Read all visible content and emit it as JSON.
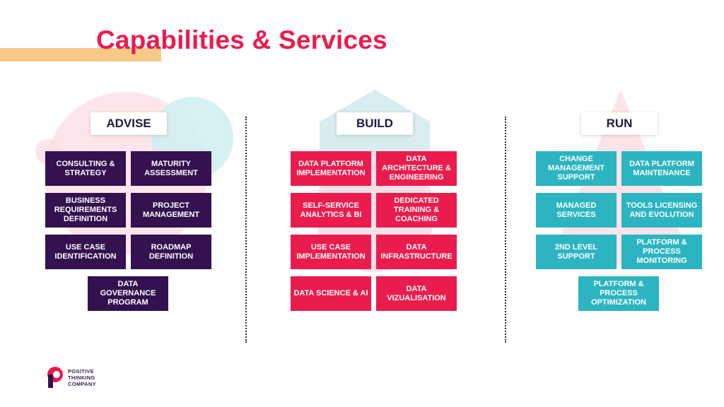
{
  "page": {
    "title": "Capabilities & Services"
  },
  "columns": [
    {
      "header": "ADVISE",
      "items": [
        "CONSULTING & STRATEGY",
        "MATURITY ASSESSMENT",
        "BUSINESS REQUIREMENTS DEFINITION",
        "PROJECT MANAGEMENT",
        "USE CASE IDENTIFICATION",
        "ROADMAP DEFINITION",
        "DATA GOVERNANCE PROGRAM"
      ]
    },
    {
      "header": "BUILD",
      "items": [
        "DATA PLATFORM IMPLEMENTATION",
        "DATA ARCHITECTURE & ENGINEERING",
        "SELF-SERVICE ANALYTICS & BI",
        "DEDICATED TRAINING & COACHING",
        "USE CASE IMPLEMENTATION",
        "DATA INFRASTRUCTURE",
        "DATA SCIENCE & AI",
        "DATA VIZUALISATION"
      ]
    },
    {
      "header": "RUN",
      "items": [
        "CHANGE MANAGEMENT SUPPORT",
        "DATA PLATFORM MAINTENANCE",
        "MANAGED SERVICES",
        "TOOLS LICENSING AND EVOLUTION",
        "2ND LEVEL SUPPORT",
        "PLATFORM & PROCESS MONITORING",
        "PLATFORM & PROCESS OPTIMIZATION"
      ]
    }
  ],
  "logo": {
    "line1": "POSITIVE",
    "line2": "THINKING",
    "line3": "COMPANY"
  },
  "colors": {
    "advise": "#34114f",
    "build": "#ea1c4d",
    "run": "#2cb5c0",
    "title": "#ea1c4d",
    "highlight": "#f9c987"
  }
}
